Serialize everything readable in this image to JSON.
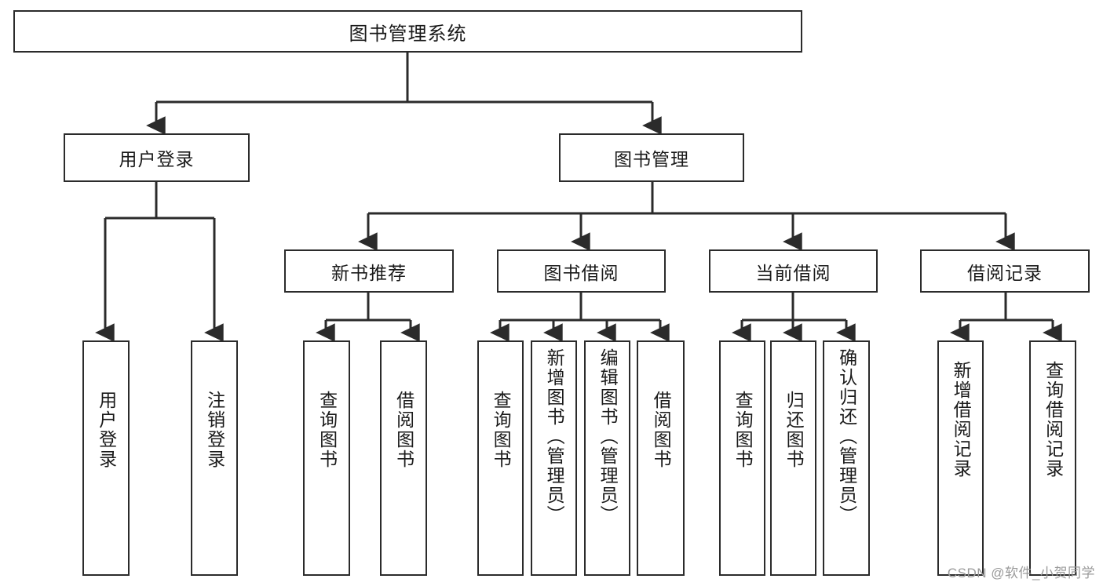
{
  "diagram": {
    "title": "图书管理系统",
    "type": "tree",
    "watermark": "CSDN @软件_小贺同学",
    "colors": {
      "stroke": "#2b2b2b",
      "fill": "#ffffff",
      "text": "#1a1a1a",
      "watermark": "#9a9a9a"
    },
    "root": {
      "label": "图书管理系统"
    },
    "level2": [
      {
        "label": "用户登录"
      },
      {
        "label": "图书管理"
      }
    ],
    "level3": [
      {
        "label": "新书推荐"
      },
      {
        "label": "图书借阅"
      },
      {
        "label": "当前借阅"
      },
      {
        "label": "借阅记录"
      }
    ],
    "leaves": {
      "user_login": [
        {
          "label": "用户登录"
        },
        {
          "label": "注销登录"
        }
      ],
      "new_book": [
        {
          "label": "查询图书"
        },
        {
          "label": "借阅图书"
        }
      ],
      "book_borrow": [
        {
          "label": "查询图书"
        },
        {
          "label": "新增图书（管理员）"
        },
        {
          "label": "编辑图书（管理员）"
        },
        {
          "label": "借阅图书"
        }
      ],
      "current_borrow": [
        {
          "label": "查询图书"
        },
        {
          "label": "归还图书"
        },
        {
          "label": "确认归还（管理员）"
        }
      ],
      "borrow_record": [
        {
          "label": "新增借阅记录"
        },
        {
          "label": "查询借阅记录"
        }
      ]
    }
  }
}
